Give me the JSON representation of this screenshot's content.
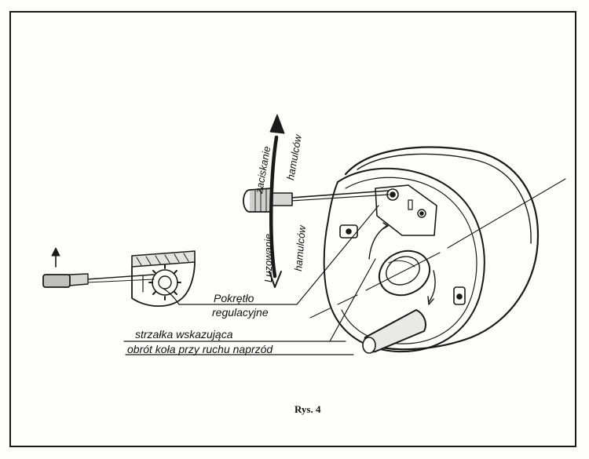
{
  "figure": {
    "labels": {
      "knob_line1": "Pokrętło",
      "knob_line2": "regulacyjne",
      "arrow_line1": "strzałka wskazująca",
      "arrow_line2": "obrót koła przy ruchu naprzód"
    },
    "direction_arrow": {
      "upper_1": "zaciskanie",
      "upper_2": "hamulców",
      "lower_1": "Luzowanie",
      "lower_2": "hamulców"
    },
    "caption": "Rys. 4"
  }
}
